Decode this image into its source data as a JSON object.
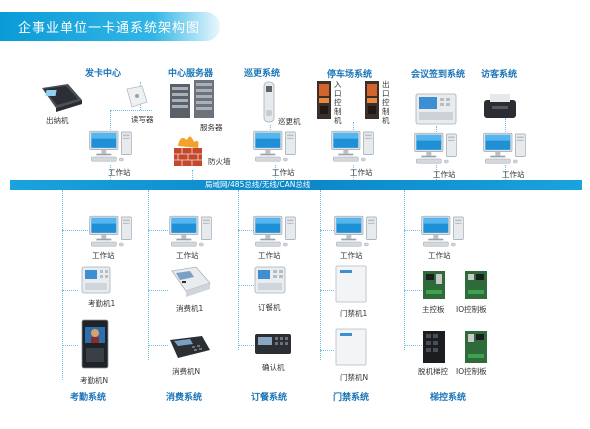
{
  "title": "企事业单位一卡通系统架构图",
  "bus_label": "局域网/485总线/无线/CAN总线",
  "top_sections": {
    "issuing": "发卡中心",
    "server": "中心服务器",
    "patrol": "巡更系统",
    "parking": "停车场系统",
    "meeting": "会议签到系统",
    "visitor": "访客系统"
  },
  "top_labels": {
    "cashier": "出纳机",
    "reader": "读写器",
    "server": "服务器",
    "firewall": "防火墙",
    "patrol_device": "巡更机",
    "entry_control": "入口控制机",
    "exit_control": "出口控制机",
    "workstation": "工作站"
  },
  "bottom_sections": {
    "attendance": "考勤系统",
    "consumption": "消费系统",
    "ordering": "订餐系统",
    "door": "门禁系统",
    "elevator": "梯控系统"
  },
  "bottom_labels": {
    "workstation": "工作站",
    "attendance_1": "考勤机1",
    "attendance_n": "考勤机N",
    "pos_1": "消费机1",
    "pos_n": "消费机N",
    "meal_order": "订餐机",
    "confirm": "确认机",
    "door_1": "门禁机1",
    "door_n": "门禁机N",
    "main_board": "主控板",
    "io_board": "IO控制板",
    "car_board": "脱机梯控",
    "io_board_2": "IO控制板"
  }
}
